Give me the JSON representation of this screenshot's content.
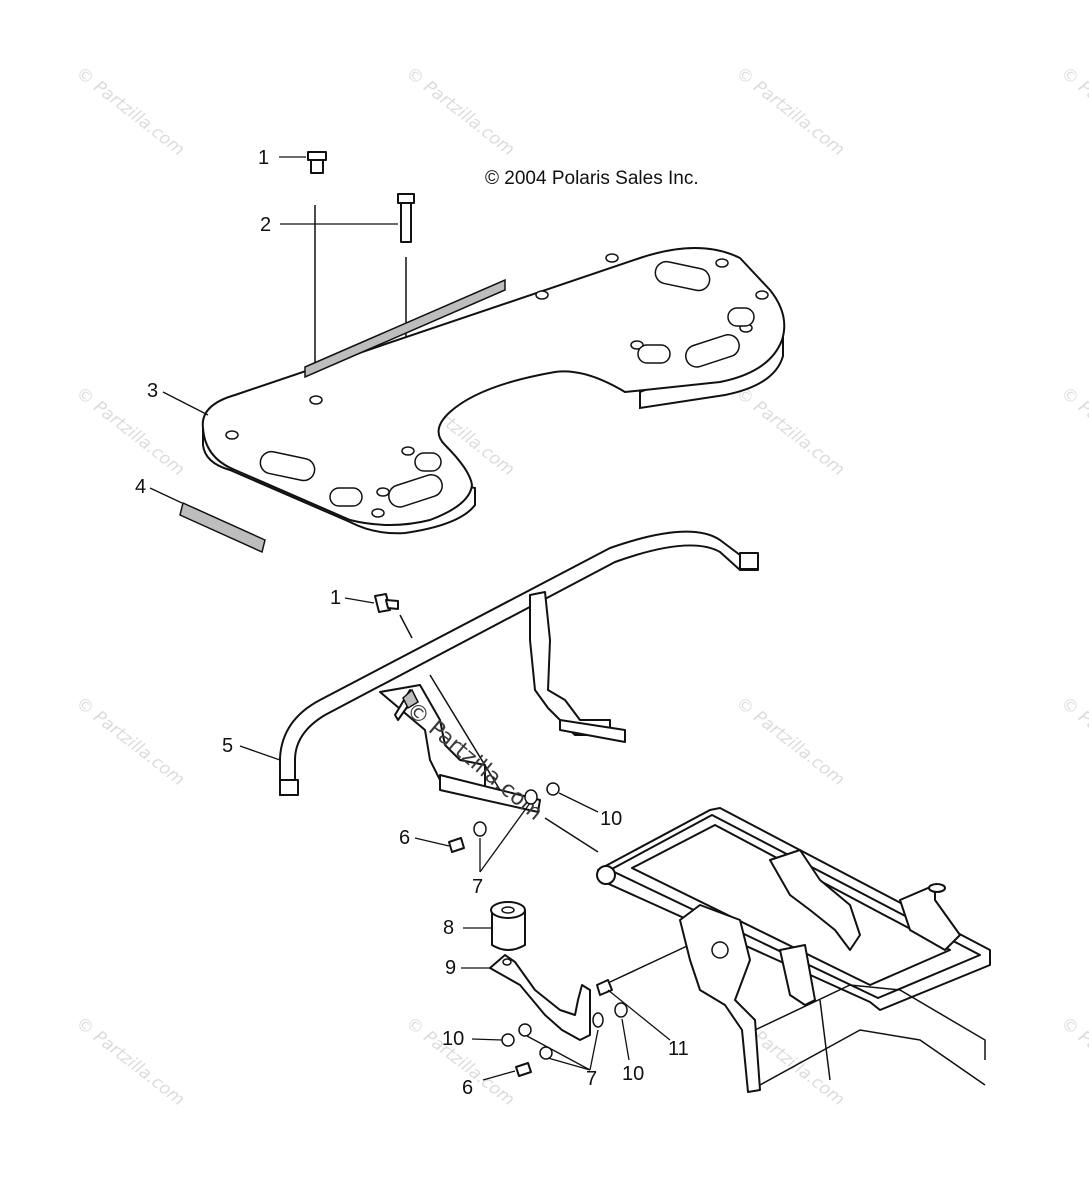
{
  "copyright": "© 2004 Polaris Sales Inc.",
  "watermark": {
    "text": "© Partzilla.com",
    "center_text": "© Partzilla.com"
  },
  "callouts": [
    {
      "label": "1"
    },
    {
      "label": "2"
    },
    {
      "label": "3"
    },
    {
      "label": "4"
    },
    {
      "label": "1"
    },
    {
      "label": "5"
    },
    {
      "label": "6"
    },
    {
      "label": "7"
    },
    {
      "label": "10"
    },
    {
      "label": "8"
    },
    {
      "label": "9"
    },
    {
      "label": "10"
    },
    {
      "label": "6"
    },
    {
      "label": "7"
    },
    {
      "label": "10"
    },
    {
      "label": "11"
    }
  ]
}
